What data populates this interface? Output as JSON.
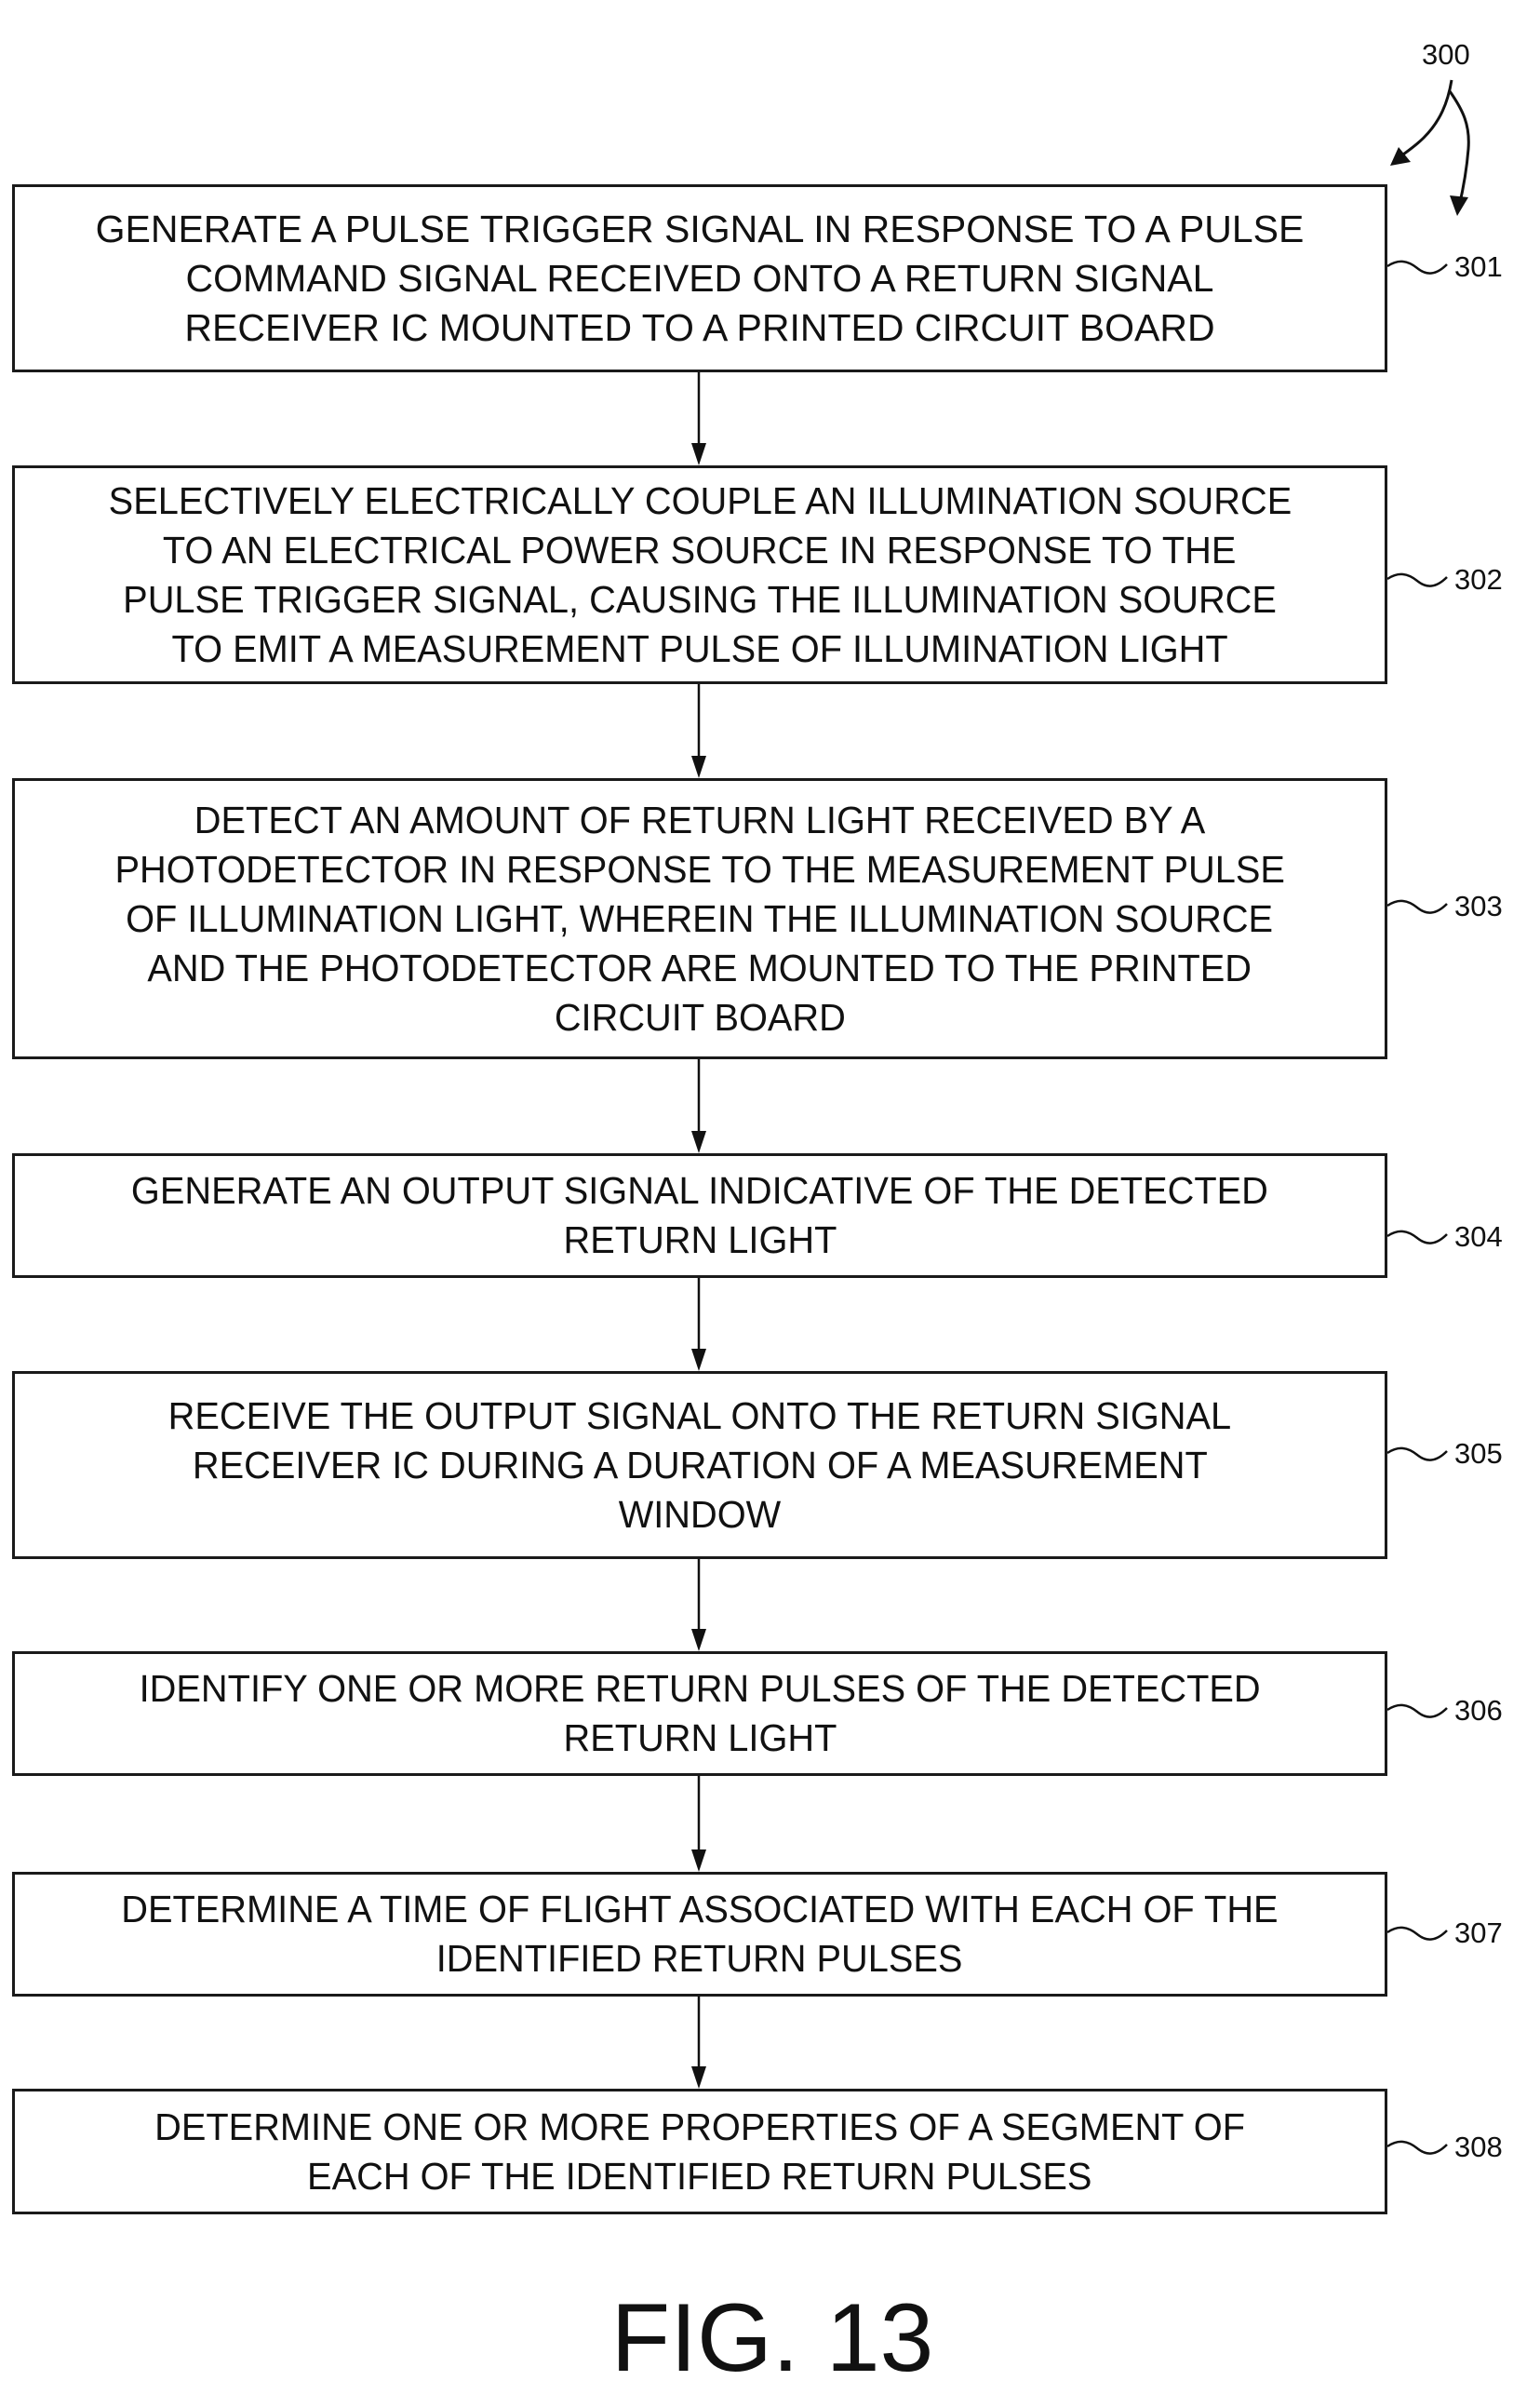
{
  "figure": {
    "caption": "FIG. 13",
    "reference": "300"
  },
  "steps": [
    {
      "ref": "301",
      "lines": [
        "GENERATE A PULSE TRIGGER SIGNAL IN RESPONSE TO A PULSE",
        "COMMAND SIGNAL RECEIVED ONTO A RETURN SIGNAL",
        "RECEIVER IC MOUNTED TO A PRINTED CIRCUIT BOARD"
      ]
    },
    {
      "ref": "302",
      "lines": [
        "SELECTIVELY ELECTRICALLY COUPLE AN ILLUMINATION SOURCE",
        "TO AN ELECTRICAL POWER SOURCE IN RESPONSE TO THE",
        "PULSE TRIGGER SIGNAL, CAUSING THE ILLUMINATION SOURCE",
        "TO EMIT A MEASUREMENT PULSE OF ILLUMINATION LIGHT"
      ]
    },
    {
      "ref": "303",
      "lines": [
        "DETECT AN AMOUNT OF RETURN LIGHT RECEIVED BY A",
        "PHOTODETECTOR IN RESPONSE TO THE MEASUREMENT PULSE",
        "OF ILLUMINATION LIGHT, WHEREIN THE ILLUMINATION SOURCE",
        "AND THE PHOTODETECTOR ARE MOUNTED TO THE PRINTED",
        "CIRCUIT BOARD"
      ]
    },
    {
      "ref": "304",
      "lines": [
        "GENERATE AN OUTPUT SIGNAL INDICATIVE OF THE DETECTED",
        "RETURN LIGHT"
      ]
    },
    {
      "ref": "305",
      "lines": [
        "RECEIVE THE OUTPUT SIGNAL ONTO THE RETURN SIGNAL",
        "RECEIVER IC DURING A DURATION OF A MEASUREMENT",
        "WINDOW"
      ]
    },
    {
      "ref": "306",
      "lines": [
        "IDENTIFY ONE OR MORE RETURN PULSES OF THE DETECTED",
        "RETURN LIGHT"
      ]
    },
    {
      "ref": "307",
      "lines": [
        "DETERMINE A TIME OF FLIGHT ASSOCIATED WITH EACH OF THE",
        "IDENTIFIED RETURN PULSES"
      ]
    },
    {
      "ref": "308",
      "lines": [
        "DETERMINE ONE OR MORE PROPERTIES OF A SEGMENT OF",
        "EACH OF THE IDENTIFIED RETURN PULSES"
      ]
    }
  ]
}
